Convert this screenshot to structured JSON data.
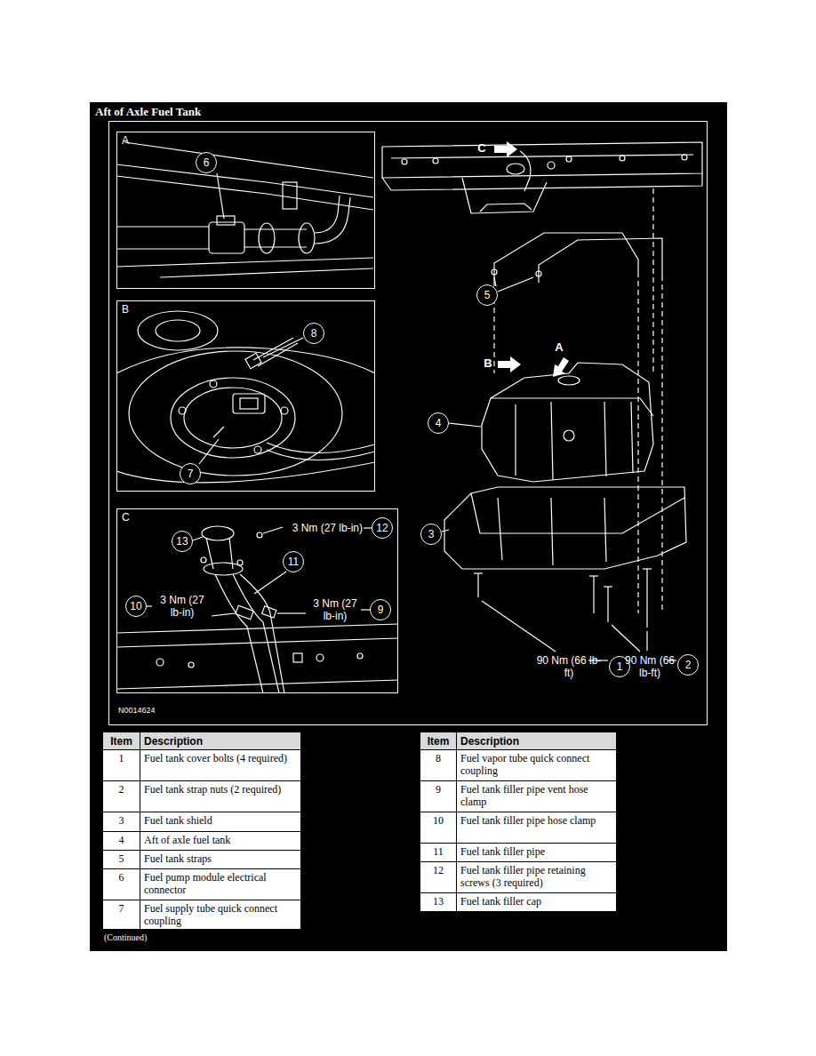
{
  "diagram": {
    "title": "Aft of Axle Fuel Tank",
    "nodes": [
      {
        "text": [
          "A"
        ]
      },
      {
        "text": [
          "6"
        ],
        "in": 0
      },
      {
        "text": [
          "B"
        ]
      },
      {
        "text": [
          "8"
        ],
        "in": 2
      },
      {
        "text": [
          "7"
        ],
        "in": 2
      },
      {
        "text": [
          "C"
        ]
      },
      {
        "text": [
          "13"
        ],
        "in": 5
      },
      {
        "text": [
          "12"
        ],
        "in": 5
      },
      {
        "text": [
          "11"
        ],
        "in": 5
      },
      {
        "text": [
          "10"
        ],
        "in": 5
      },
      {
        "text": [
          "9"
        ],
        "in": 5
      },
      {
        "text": [
          "5"
        ]
      },
      {
        "text": [
          "4"
        ]
      },
      {
        "text": [
          "3"
        ]
      },
      {
        "text": [
          "1"
        ]
      },
      {
        "text": [
          "2"
        ]
      }
    ],
    "labels": [
      "C",
      "A",
      "B",
      "3 Nm (27 lb-in)",
      "3 Nm (27 lb-in)",
      "3 Nm (27 lb-in)",
      "90 Nm (66 lb-ft)",
      "90 Nm (66 lb-ft)",
      "N0014624",
      "Item",
      "Description",
      "1",
      "Fuel tank cover bolts (4 required)",
      "2",
      "Fuel tank strap nuts (2 required)",
      "3",
      "Fuel tank shield",
      "4",
      "Aft of axle fuel tank",
      "5",
      "Fuel tank straps",
      "6",
      "Fuel pump module electrical connector",
      "7",
      "Fuel supply tube quick connect coupling",
      "Item",
      "Description",
      "8",
      "Fuel vapor tube quick connect coupling",
      "9",
      "Fuel tank filler pipe vent hose clamp",
      "10",
      "Fuel tank filler pipe hose clamp",
      "11",
      "Fuel tank filler pipe",
      "12",
      "Fuel tank filler pipe retaining screws (3 required)",
      "13",
      "Fuel tank filler cap",
      "(Continued)"
    ]
  }
}
